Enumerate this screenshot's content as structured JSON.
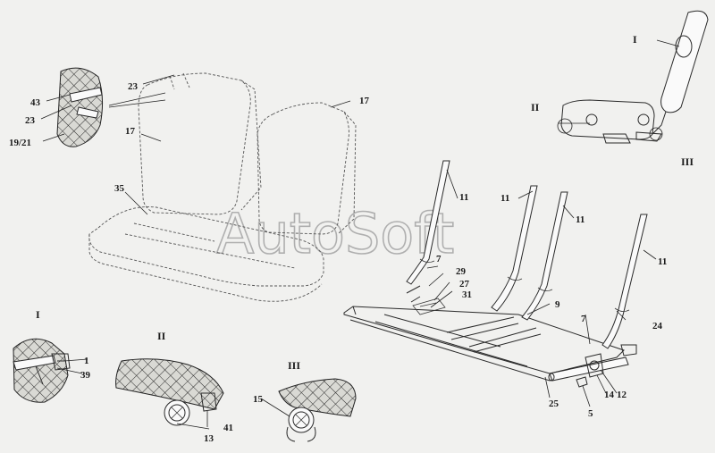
{
  "watermark": "AutoSoft",
  "views": {
    "I": "I",
    "II": "II",
    "III": "III"
  },
  "callouts": {
    "n1": "1",
    "n5": "5",
    "n7": "7",
    "n9": "9",
    "n11": "11",
    "n12": "12",
    "n13": "13",
    "n14": "14",
    "n15": "15",
    "n17": "17",
    "n23": "23",
    "n24": "24",
    "n25": "25",
    "n27": "27",
    "n29": "29",
    "n31": "31",
    "n35": "35",
    "n39": "39",
    "n41": "41",
    "n43": "43",
    "n19_21": "19/21"
  }
}
